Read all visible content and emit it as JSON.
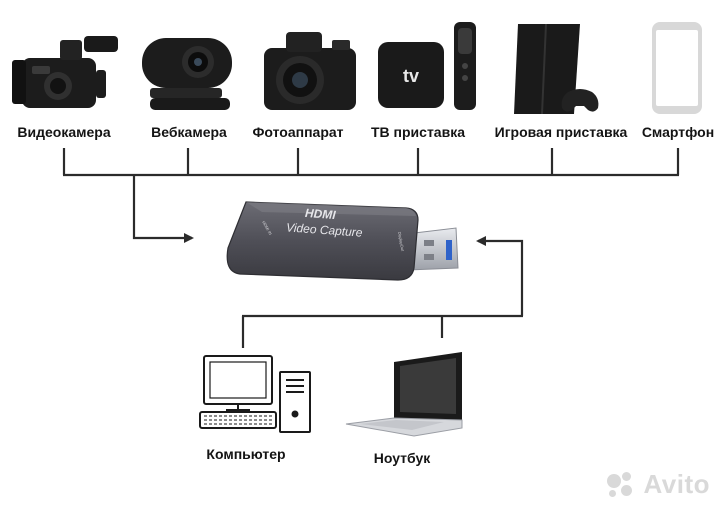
{
  "devices": [
    {
      "id": "camcorder",
      "label": "Видеокамера"
    },
    {
      "id": "webcam",
      "label": "Вебкамера"
    },
    {
      "id": "camera",
      "label": "Фотоаппарат"
    },
    {
      "id": "tv-box",
      "label": "ТВ приставка"
    },
    {
      "id": "console",
      "label": "Игровая приставка"
    },
    {
      "id": "smartphone",
      "label": "Смартфон"
    }
  ],
  "capture": {
    "logo": "HDMI",
    "title": "Video Capture",
    "port_in": "HDMI IN",
    "port_out": "DisplayOut",
    "tv_logo": "tv"
  },
  "targets": [
    {
      "id": "computer",
      "label": "Компьютер"
    },
    {
      "id": "laptop",
      "label": "Ноутбук"
    }
  ],
  "watermark": "Avito",
  "colors": {
    "line": "#2b2b2b",
    "device_dark": "#1c1c1c",
    "capture_body": "#55555c",
    "usb_metal": "#c9ccd2"
  }
}
